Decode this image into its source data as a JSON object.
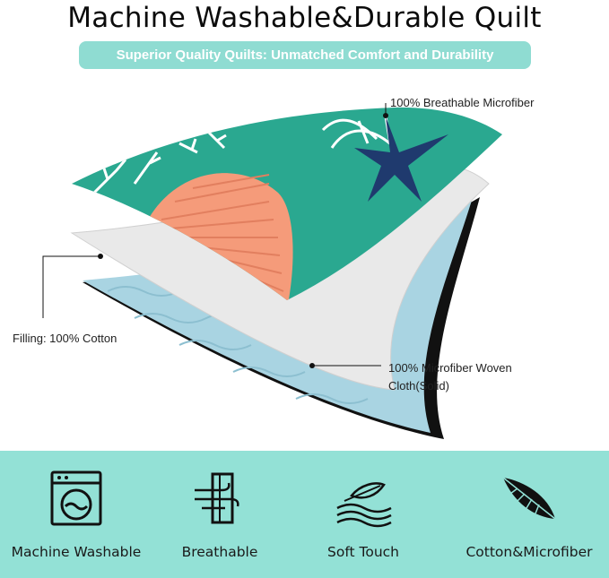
{
  "header": {
    "title": "Machine Washable&Durable Quilt",
    "subtitle": "Superior Quality Quilts: Unmatched Comfort and Durability"
  },
  "callouts": {
    "top_layer": "100% Breathable Microfiber",
    "filling": "Filling: 100% Cotton",
    "bottom_layer_line1": "100% Microfiber Woven",
    "bottom_layer_line2": "Cloth(Solid)"
  },
  "features": [
    {
      "label": "Machine Washable",
      "icon": "washing-machine-icon"
    },
    {
      "label": "Breathable",
      "icon": "breathable-door-icon"
    },
    {
      "label": "Soft Touch",
      "icon": "feather-waves-icon"
    },
    {
      "label": "Cotton&Microfiber",
      "icon": "leaf-icon"
    }
  ],
  "colors": {
    "accent_teal": "#8fdcd2",
    "band_teal": "#93e1d6",
    "quilt_top_teal": "#2aa890",
    "coral": "#f59b7a",
    "navy_starfish": "#1f3a6e",
    "filling_gray": "#e9e9e9",
    "bottom_blue": "#a9d4e2"
  }
}
